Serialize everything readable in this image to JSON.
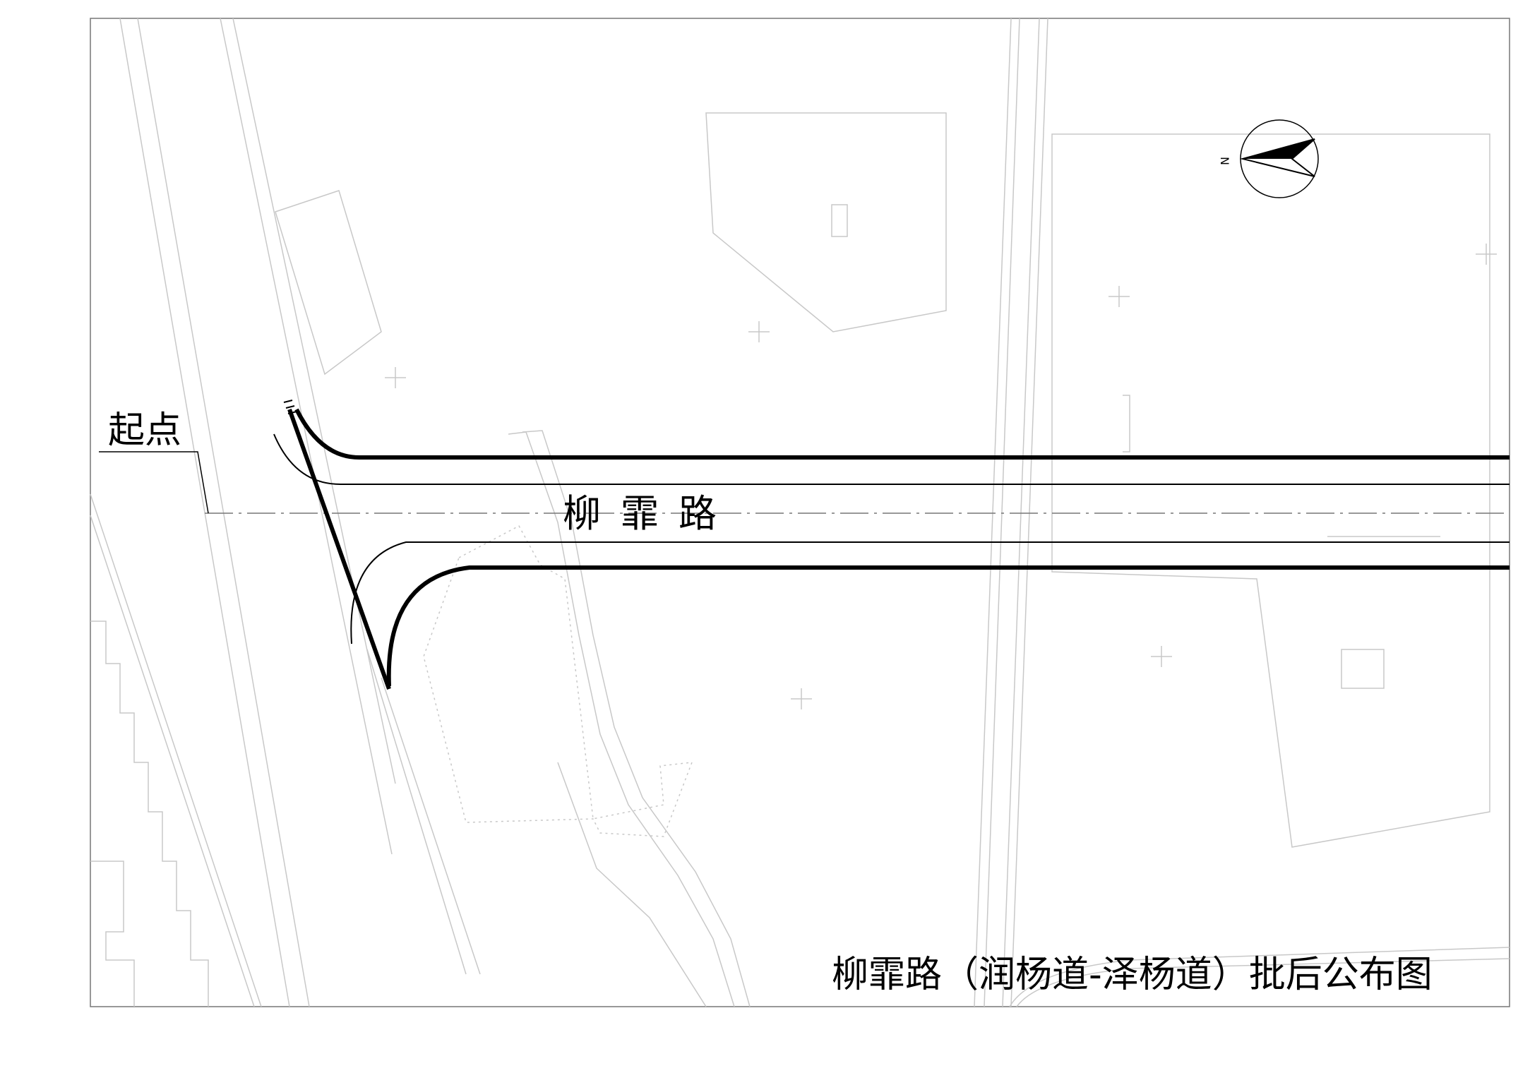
{
  "map": {
    "road_name": "柳霏路",
    "start_label": "起点",
    "title": "柳霏路（润杨道-泽杨道）批后公布图",
    "north_letter": "N"
  },
  "colors": {
    "background": "#ffffff",
    "road_edge": "#000000",
    "base_map": "#c8c8c8",
    "frame": "#555555"
  }
}
